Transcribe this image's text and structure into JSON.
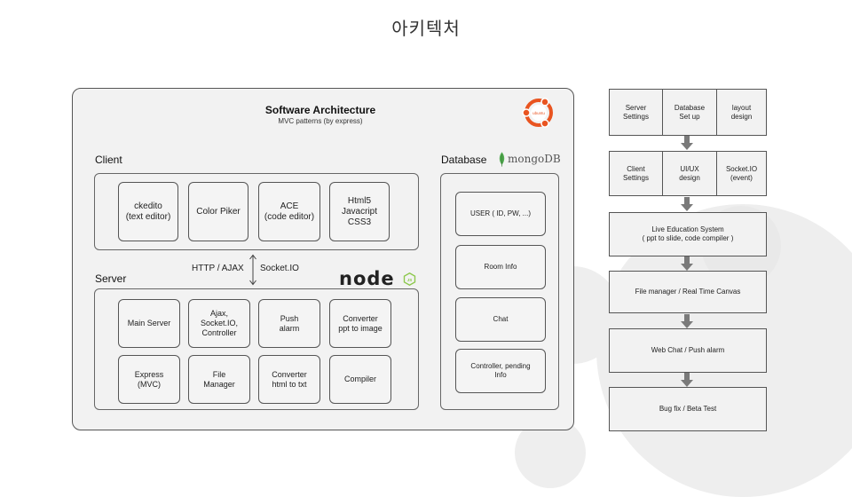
{
  "page_title": "아키텍처",
  "architecture": {
    "title": "Software Architecture",
    "subtitle": "MVC patterns (by express)",
    "logo": {
      "icon": "ubuntu-logo",
      "text": "ubuntu"
    }
  },
  "client": {
    "label": "Client",
    "modules": [
      "ckedito\n(text editor)",
      "Color Piker",
      "ACE\n(code editor)",
      "Html5\nJavacript\nCSS3"
    ]
  },
  "protocol": {
    "left": "HTTP / AJAX",
    "right": "Socket.IO"
  },
  "server": {
    "label": "Server",
    "logo_text": "node",
    "modules_row1": [
      "Main Server",
      "Ajax,\nSocket.IO,\nController",
      "Push\nalarm",
      "Converter\nppt to image"
    ],
    "modules_row2": [
      "Express\n(MVC)",
      "File\nManager",
      "Converter\nhtml to txt",
      "Compiler"
    ]
  },
  "database": {
    "label": "Database",
    "logo_text": "mongoDB",
    "collections": [
      "USER ( ID, PW, ...)",
      "Room Info",
      "Chat",
      "Controller, pending\nInfo"
    ]
  },
  "roadmap": {
    "row1": [
      "Server\nSettings",
      "Database\nSet up",
      "layout\ndesign"
    ],
    "row2": [
      "Client\nSettings",
      "UI/UX\ndesign",
      "Socket.IO\n(event)"
    ],
    "steps": [
      "Live Education System\n( ppt to slide, code compiler )",
      "File manager / Real Time Canvas",
      "Web Chat / Push alarm",
      "Bug fix / Beta Test"
    ]
  },
  "colors": {
    "ubuntu_orange": "#e95420",
    "node_green": "#8cc84b",
    "mongo_green": "#4fa94d",
    "arrow_gray": "#7a7a7a"
  }
}
